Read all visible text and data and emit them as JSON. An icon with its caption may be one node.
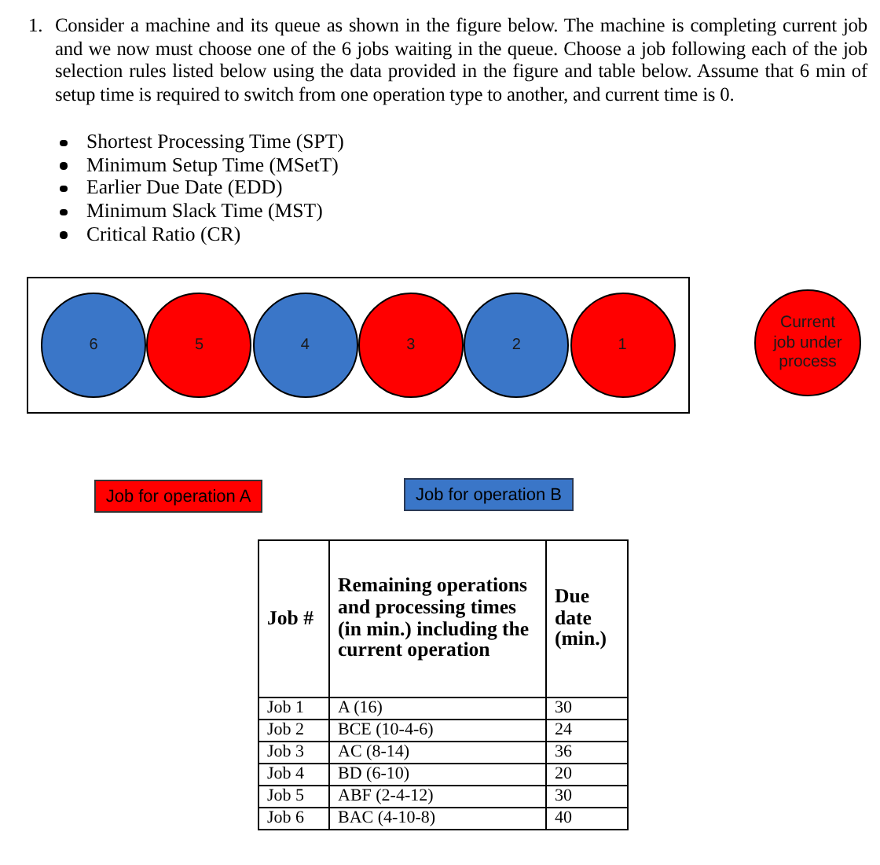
{
  "diagram": {
    "nodes": [
      {
        "text": [],
        "shape": "box"
      },
      {
        "text": [
          "6"
        ],
        "in": 0
      },
      {
        "text": [
          "5"
        ],
        "in": 0
      },
      {
        "text": [
          "4"
        ],
        "in": 0
      },
      {
        "text": [
          "3"
        ],
        "in": 0
      },
      {
        "text": [
          "2"
        ],
        "in": 0
      },
      {
        "text": [
          "1"
        ],
        "in": 0
      },
      {
        "text": [
          "Current job under process"
        ]
      }
    ],
    "labels": [
      "1.",
      "Consider a machine and its queue as shown in the figure below. The machine is completing current job and we now must choose one of the 6 jobs waiting in the queue.  Choose a job following each of the job selection rules listed below using the data provided in the figure and table below. Assume that 6 min of setup time is required to switch from one operation type to another, and current time is 0.",
      "Shortest Processing Time (SPT)",
      "Minimum Setup Time (MSetT)",
      "Earlier Due Date (EDD)",
      "Minimum Slack Time (MST)",
      "Critical Ratio (CR)",
      "Job #",
      "Remaining operations and processing times (in min.) including the current operation",
      "Due date (min.)",
      "Job 1",
      "A (16)",
      "30",
      "Job 2",
      "BCE (10-4-6)",
      "24",
      "Job 3",
      "AC (8-14)",
      "36",
      "Job 4",
      "BD (6-10)",
      "20",
      "Job 5",
      "ABF (2-4-12)",
      "30",
      "Job 6",
      "BAC (4-10-8)",
      "40"
    ],
    "legend": [
      {
        "text": "Job for operation A",
        "color": "#ff0000"
      },
      {
        "text": "Job for operation B",
        "color": "#3a76c8"
      }
    ]
  }
}
